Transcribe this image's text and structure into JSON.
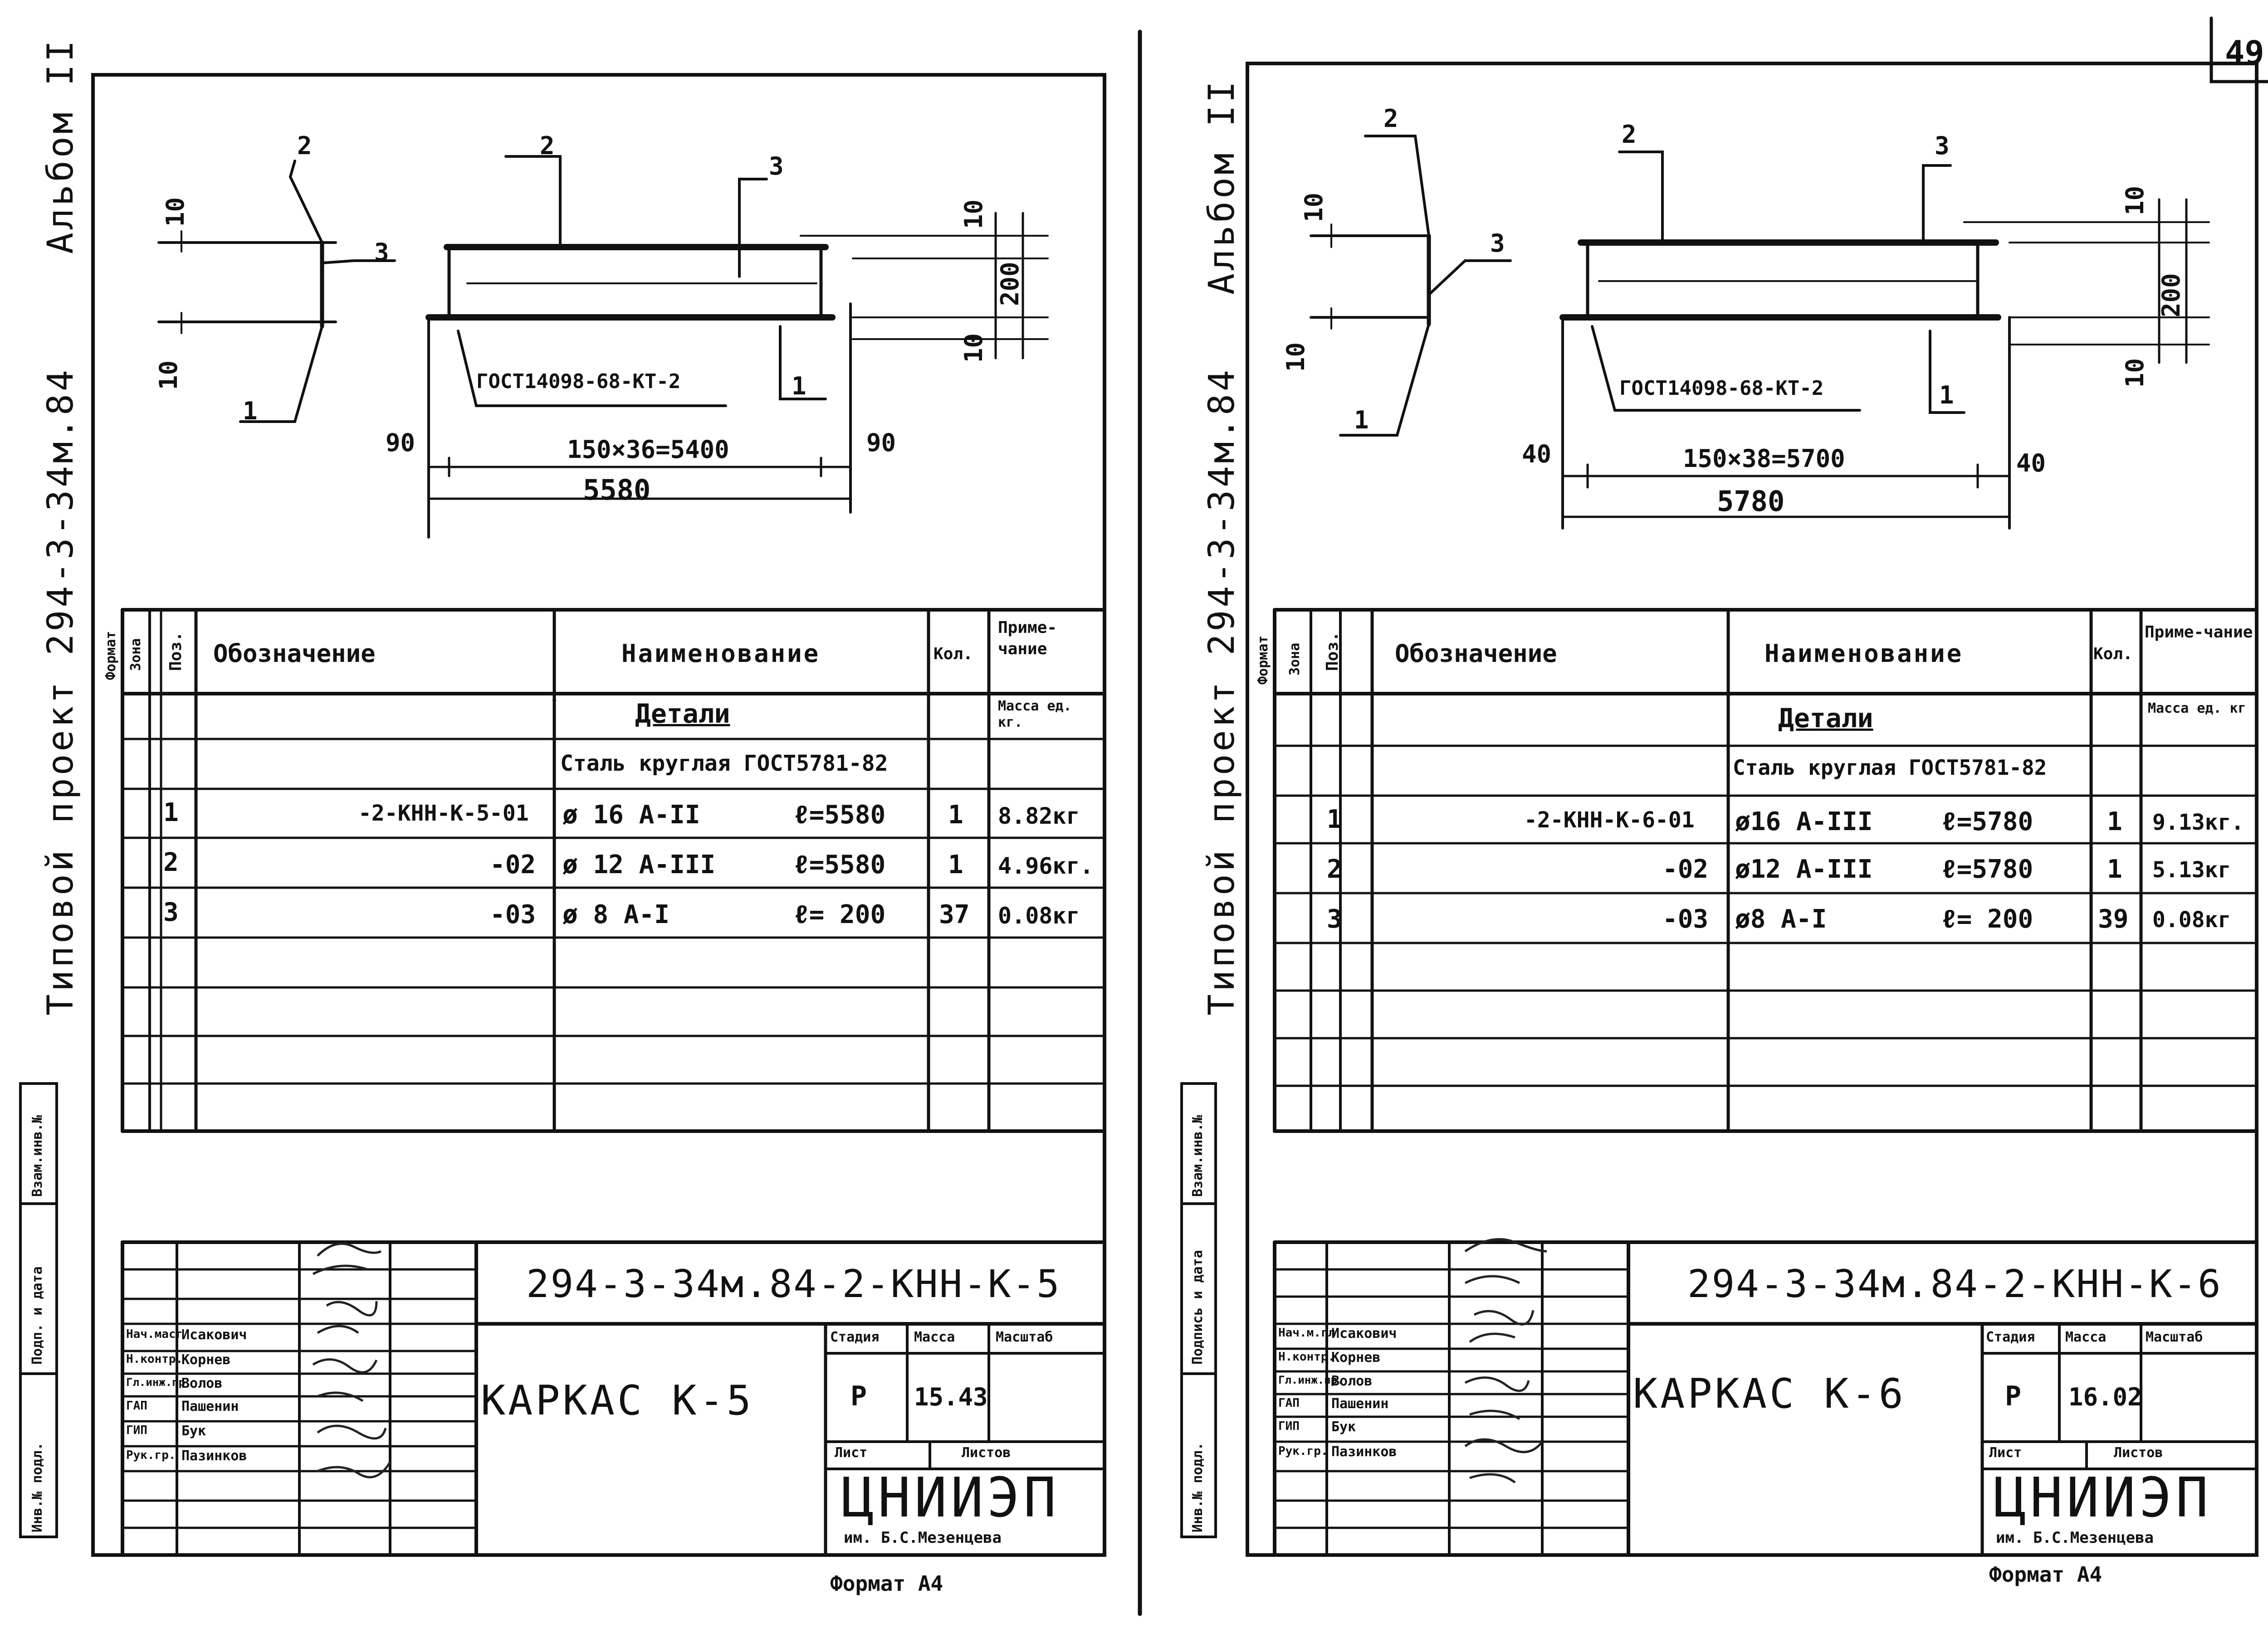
{
  "page_number": "49",
  "sheets": [
    {
      "album_label": "Альбом II",
      "side_project_label": "Типовой проект 294-3-34м.84",
      "callouts": [
        "1",
        "2",
        "3",
        "2",
        "3",
        "1"
      ],
      "weld_note": "ГОСТ14098-68-КТ-2",
      "dimensions": {
        "rebar_gap_top": "10",
        "rebar_gap_bottom": "10",
        "height_top": "10",
        "height_total": "200",
        "height_bottom": "10",
        "left_offset": "90",
        "pitch_formula": "150×36=5400",
        "right_offset": "90",
        "total_length": "5580"
      },
      "spec_headers": {
        "format": "Формат",
        "zone": "Зона",
        "pos": "Поз.",
        "designation": "Обозначение",
        "name": "Наименование",
        "qty": "Кол.",
        "note": "Приме-чание"
      },
      "section_title": "Детали",
      "mass_unit_note": "Масса ед. кг.",
      "material_line": "Сталь круглая ГОСТ5781-82",
      "rows": [
        {
          "pos": "1",
          "designation": "-2-КНН-К-5-01",
          "name": "ø 16 А-II",
          "length": "ℓ=5580",
          "qty": "1",
          "mass": "8.82кг"
        },
        {
          "pos": "2",
          "designation": "-02",
          "name": "ø 12 А-III",
          "length": "ℓ=5580",
          "qty": "1",
          "mass": "4.96кг."
        },
        {
          "pos": "3",
          "designation": "-03",
          "name": "ø 8 А-I",
          "length": "ℓ= 200",
          "qty": "37",
          "mass": "0.08кг"
        }
      ],
      "side_stamp": {
        "col1": "Взам.инв.№",
        "col2": "Подп. и дата",
        "col3": "Инв.№ подл."
      },
      "doc_code": "294-3-34м.84-2-КНН-К-5",
      "title": "КАРКАС К-5",
      "stage_label": "Стадия",
      "mass_label": "Масса",
      "scale_label": "Масштаб",
      "stage": "Р",
      "mass": "15.43",
      "sheet_label": "Лист",
      "sheets_label": "Листов",
      "org": "ЦНИИЭП",
      "org_sub": "им. Б.С.Мезенцева",
      "format_note": "Формат А4",
      "signers": [
        {
          "role": "Нач.масг",
          "name": "Исакович"
        },
        {
          "role": "Н.контр.",
          "name": "Корнев"
        },
        {
          "role": "Гл.инж.пр.",
          "name": "Волов"
        },
        {
          "role": "ГАП",
          "name": "Пашенин"
        },
        {
          "role": "ГИП",
          "name": "Бук"
        },
        {
          "role": "Рук.гр.",
          "name": "Пазинков"
        }
      ]
    },
    {
      "album_label": "Альбом II",
      "side_project_label": "Типовой проект 294-3-34м.84",
      "callouts": [
        "2",
        "2",
        "3",
        "3",
        "1",
        "1"
      ],
      "weld_note": "ГОСТ14098-68-КТ-2",
      "dimensions": {
        "rebar_gap_top": "10",
        "rebar_gap_bottom": "10",
        "height_top": "10",
        "height_total": "200",
        "height_bottom": "10",
        "left_offset": "40",
        "pitch_formula": "150×38=5700",
        "right_offset": "40",
        "total_length": "5780"
      },
      "spec_headers": {
        "format": "Формат",
        "zone": "Зона",
        "pos": "Поз.",
        "designation": "Обозначение",
        "name": "Наименование",
        "qty": "Кол.",
        "note": "Приме-чание"
      },
      "section_title": "Детали",
      "mass_unit_note": "Масса ед. кг",
      "material_line": "Сталь круглая ГОСТ5781-82",
      "rows": [
        {
          "pos": "1",
          "designation": "-2-КНН-К-6-01",
          "name": "ø16 А-III",
          "length": "ℓ=5780",
          "qty": "1",
          "mass": "9.13кг."
        },
        {
          "pos": "2",
          "designation": "-02",
          "name": "ø12 А-III",
          "length": "ℓ=5780",
          "qty": "1",
          "mass": "5.13кг"
        },
        {
          "pos": "3",
          "designation": "-03",
          "name": "ø8 А-I",
          "length": "ℓ= 200",
          "qty": "39",
          "mass": "0.08кг"
        }
      ],
      "side_stamp": {
        "col1": "Взам.инв.№",
        "col2": "Подпись и дата",
        "col3": "Инв.№ подл."
      },
      "doc_code": "294-3-34м.84-2-КНН-К-6",
      "title": "КАРКАС К-6",
      "stage_label": "Стадия",
      "mass_label": "Масса",
      "scale_label": "Масштаб",
      "stage": "Р",
      "mass": "16.02",
      "sheet_label": "Лист",
      "sheets_label": "Листов",
      "org": "ЦНИИЭП",
      "org_sub": "им. Б.С.Мезенцева",
      "format_note": "Формат А4",
      "signers": [
        {
          "role": "Нач.м.гл",
          "name": "Исакович"
        },
        {
          "role": "Н.контр.",
          "name": "Корнев"
        },
        {
          "role": "Гл.инж.пр.",
          "name": "Волов"
        },
        {
          "role": "ГАП",
          "name": "Пашенин"
        },
        {
          "role": "ГИП",
          "name": "Бук"
        },
        {
          "role": "Рук.гр.",
          "name": "Пазинков"
        }
      ]
    }
  ]
}
